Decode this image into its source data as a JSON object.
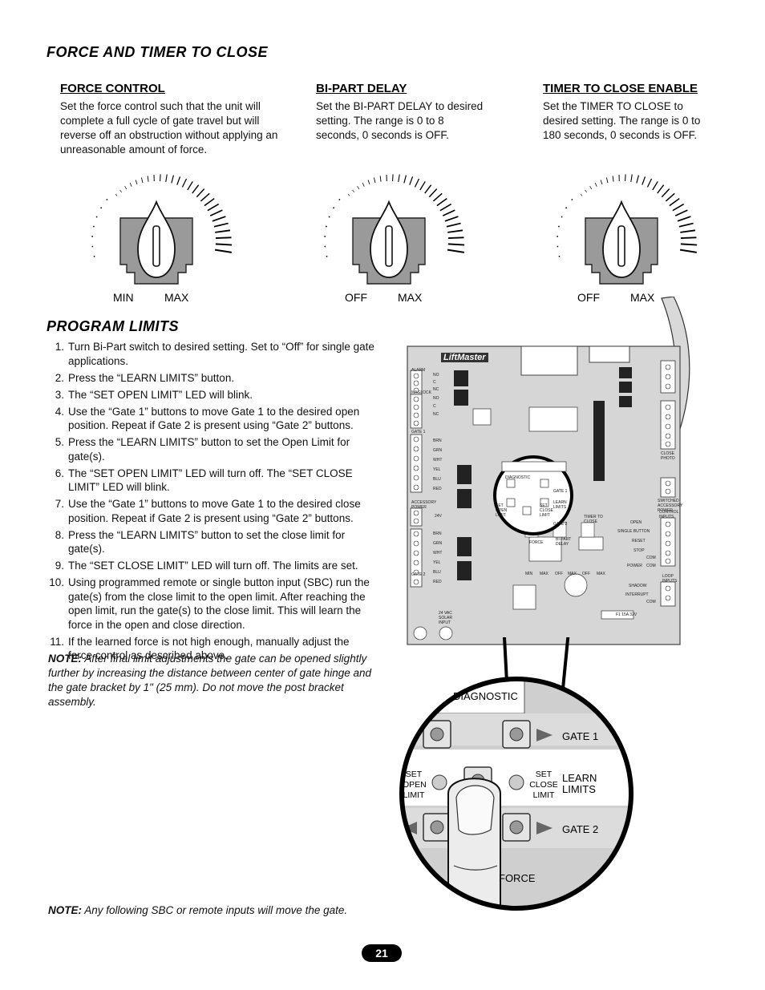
{
  "force_timer": {
    "title": "FORCE AND TIMER TO CLOSE",
    "force_control": {
      "heading": "FORCE CONTROL",
      "text": "Set the force control such that the unit will complete a full cycle of gate travel but will reverse off an obstruction without applying an unreasonable amount of force.",
      "min_label": "MIN",
      "max_label": "MAX"
    },
    "bipart_delay": {
      "heading": "BI-PART DELAY",
      "text": "Set the BI-PART DELAY to desired setting. The range is 0 to 8 seconds, 0 seconds is OFF.",
      "min_label": "OFF",
      "max_label": "MAX"
    },
    "timer_close": {
      "heading": "TIMER TO CLOSE ENABLE",
      "text": "Set the TIMER TO CLOSE to desired setting. The range is 0 to 180 seconds, 0 seconds is OFF.",
      "min_label": "OFF",
      "max_label": "MAX"
    }
  },
  "program_limits": {
    "title": "PROGRAM LIMITS",
    "steps": [
      {
        "n": "1.",
        "text": "Turn Bi-Part switch to desired setting. Set to “Off” for single gate applications."
      },
      {
        "n": "2.",
        "text": "Press the “LEARN LIMITS” button."
      },
      {
        "n": "3.",
        "text": "The “SET OPEN LIMIT” LED will blink."
      },
      {
        "n": "4.",
        "text": "Use the “Gate 1” buttons to move Gate 1 to the desired open position. Repeat if Gate 2 is present using “Gate 2” buttons."
      },
      {
        "n": "5.",
        "text": "Press the “LEARN LIMITS” button to set the Open Limit for gate(s)."
      },
      {
        "n": "6.",
        "text": "The “SET OPEN LIMIT” LED will turn off. The “SET CLOSE LIMIT” LED will blink."
      },
      {
        "n": "7.",
        "text": "Use the “Gate 1” buttons to move Gate 1 to the desired close position. Repeat if Gate 2 is present using “Gate 2” buttons."
      },
      {
        "n": "8.",
        "text": "Press the “LEARN LIMITS” button to set the close limit for gate(s)."
      },
      {
        "n": "9.",
        "text": "The “SET CLOSE LIMIT” LED will turn off. The limits are set."
      },
      {
        "n": "10.",
        "text": "Using programmed remote or single button input (SBC) run the gate(s) from the close limit to the open limit. After reaching the open limit, run the gate(s) to the close limit. This will learn the force in the open and close direction."
      },
      {
        "n": "11.",
        "text": "If the learned force is not high enough, manually adjust the force control as described above."
      }
    ],
    "note1_label": "NOTE:",
    "note1_text": " After final limit adjustments the gate can be opened slightly further by increasing the distance between center of gate hinge and the gate bracket by 1\" (25 mm). Do not move the post bracket assembly.",
    "note2_label": "NOTE:",
    "note2_text": " Any following SBC or remote inputs will move the gate."
  },
  "board": {
    "brand": "LiftMaster",
    "labels": {
      "diagnostic": "DIAGNOSTIC",
      "gate1": "GATE 1",
      "gate2": "GATE 2",
      "learn_limits": "LEARN LIMITS",
      "set_open": "SET OPEN LIMIT",
      "set_close": "SET CLOSE LIMIT",
      "force": "FORCE",
      "bipart": "BI-PART DELAY",
      "timer": "TIMER TO CLOSE",
      "min": "MIN",
      "max": "MAX",
      "off": "OFF",
      "alarm": "ALARM",
      "maglock": "MAGLOCK",
      "gate1_hdr": "GATE 1",
      "gate2_hdr": "GATE 2",
      "accessory_power": "ACCESSORY POWER",
      "control_inputs": "CONTROL INPUTS",
      "loop_inputs": "LOOP INPUTS",
      "close_photo": "CLOSE PHOTO",
      "switched_accessory": "SWITCHED ACCESSORY POWER",
      "open": "OPEN",
      "single_button": "SINGLE BUTTON",
      "reset": "RESET",
      "stop": "STOP",
      "com": "COM",
      "shadow": "SHADOW",
      "interrupt": "INTERRUPT",
      "power": "POWER",
      "fuse": "F1 15A 32V",
      "solar": "24 VAC SOLAR INPUT",
      "wire_colors": [
        "BRN",
        "GRN",
        "WHT",
        "YEL",
        "BLU",
        "RED"
      ],
      "no": "NO",
      "c": "C",
      "nc": "NC",
      "v24": "24V"
    }
  },
  "zoom": {
    "diagnostic": "DIAGNOSTIC",
    "gate1": "GATE 1",
    "gate2": "GATE 2",
    "set_open": [
      "SET",
      "OPEN",
      "LIMIT"
    ],
    "set_close": [
      "SET",
      "CLOSE",
      "LIMIT"
    ],
    "learn": [
      "LEARN",
      "LIMITS"
    ],
    "force": "FORCE"
  },
  "page_number": "21"
}
